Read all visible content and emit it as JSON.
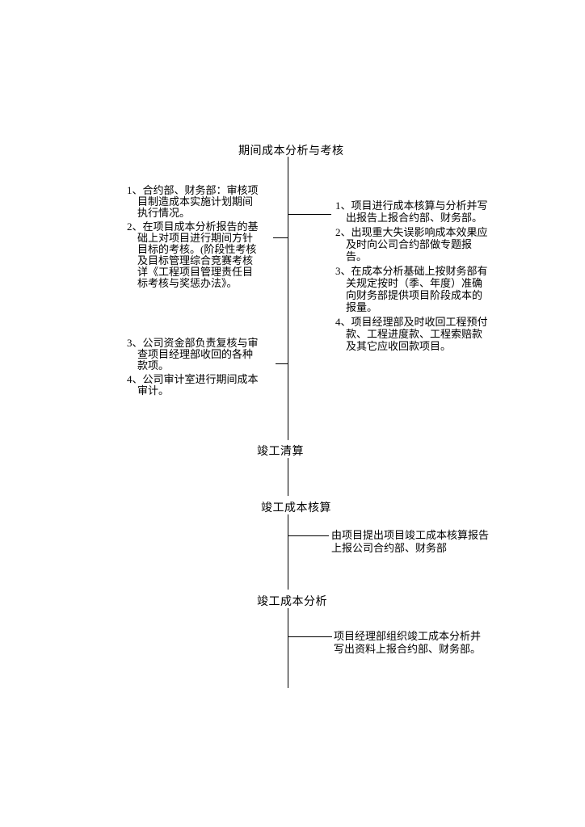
{
  "diagram": {
    "title": "期间成本分析与考核",
    "left_notes_1": {
      "items": [
        "1、合约部、财务部：审核项\n目制造成本实施计划期间\n执行情况。",
        "2、在项目成本分析报告的基\n础上对项目进行期间方针\n目标的考核。(阶段性考核\n及目标管理综合竞赛考核\n详《工程项目管理责任目\n标考核与奖惩办法》。"
      ]
    },
    "right_notes_1": {
      "items": [
        "1、项目进行成本核算与分析并写\n出报告上报合约部、财务部。",
        "2、出现重大失误影响成本效果应\n及时向公司合约部做专题报\n告。",
        "3、在成本分析基础上按财务部有\n关规定按时（季、年度）准确\n向财务部提供项目阶段成本的\n报量。",
        "4、项目经理部及时收回工程预付\n款、工程进度款、工程索赔款\n及其它应收回款项目。"
      ]
    },
    "left_notes_2": {
      "items": [
        "3、公司资金部负责复核与审\n查项目经理部收回的各种\n款项。",
        "4、公司审计室进行期间成本\n审计。"
      ]
    },
    "nodes": {
      "settlement": "竣工清算",
      "accounting": "竣工成本核算",
      "analysis": "竣工成本分析"
    },
    "right_note_accounting": "由项目提出项目竣工成本核算报告\n上报公司合约部、财务部",
    "right_note_analysis": "项目经理部组织竣工成本分析并\n写出资料上报合约部、财务部。"
  },
  "colors": {
    "line": "#000000",
    "text": "#000000",
    "background": "#ffffff"
  }
}
